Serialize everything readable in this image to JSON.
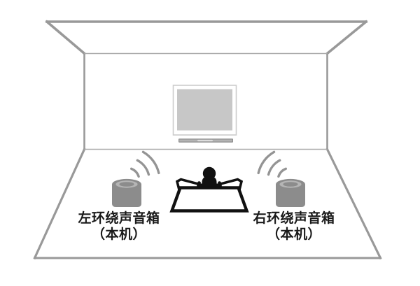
{
  "labels": {
    "left_speaker": {
      "line1": "左环绕声音箱",
      "line2": "（本机）"
    },
    "right_speaker": {
      "line1": "右环绕声音箱",
      "line2": "（本机）"
    }
  },
  "colors": {
    "room_line": "#999999",
    "room_line_thin": "#ababab",
    "tv_frame_border": "#cccccc",
    "tv_screen": "#c7c7c7",
    "tv_stand_edge": "#8e8e8e",
    "tv_stand": "#b3b3b3",
    "tv_stand_highlight": "#dcdcdc",
    "speaker_body": "#8c8c8c",
    "speaker_ring": "#b5b5b5",
    "wave": "#949494",
    "figure": "#111111",
    "label_text": "#1a1a1a"
  }
}
